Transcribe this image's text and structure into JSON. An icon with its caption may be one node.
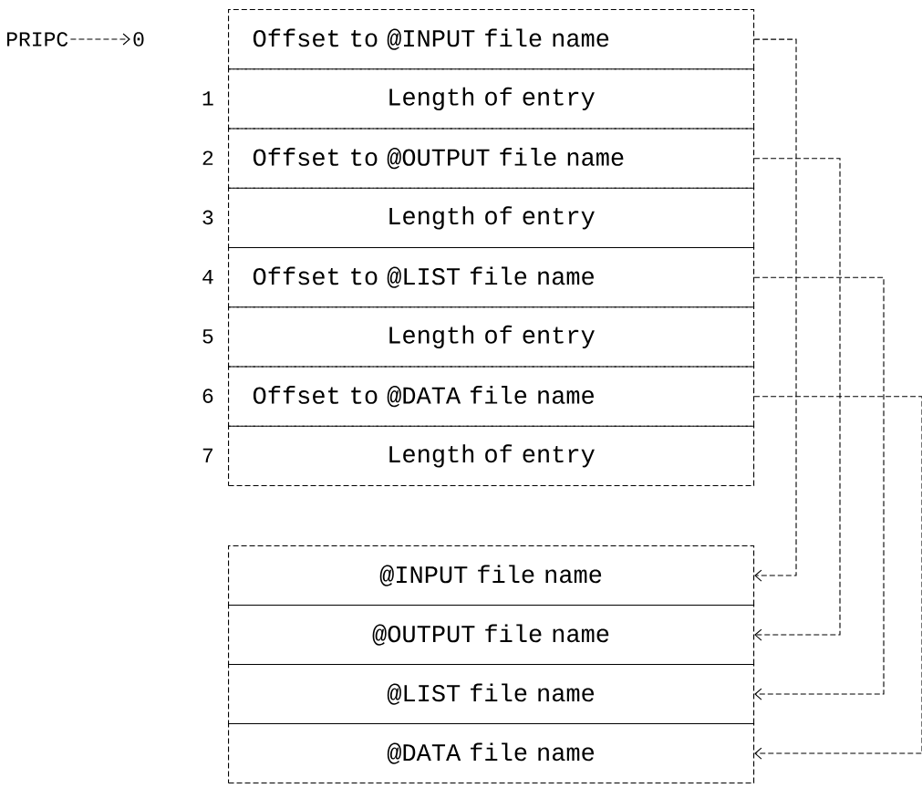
{
  "diagram": {
    "nodes": [
      {
        "text": [
          "PRIPC"
        ]
      },
      {
        "text": [
          "0"
        ]
      },
      {
        "text": [
          "Offset to @INPUT file name"
        ]
      },
      {
        "text": [
          "Length of entry"
        ]
      },
      {
        "text": [
          "Offset to @OUTPUT file name"
        ]
      },
      {
        "text": [
          "Length of entry"
        ]
      },
      {
        "text": [
          "Offset to @LIST file name"
        ]
      },
      {
        "text": [
          "Length of entry"
        ]
      },
      {
        "text": [
          "Offset to @DATA file name"
        ]
      },
      {
        "text": [
          "Length of entry"
        ]
      },
      {
        "text": [
          "@INPUT file name"
        ]
      },
      {
        "text": [
          "@OUTPUT file name"
        ]
      },
      {
        "text": [
          "@LIST file name"
        ]
      },
      {
        "text": [
          "@DATA file name"
        ]
      }
    ],
    "edges": [
      {
        "from": 0,
        "to": 1,
        "arrow": "to"
      },
      {
        "from": 2,
        "to": 10,
        "arrow": "to"
      },
      {
        "from": 4,
        "to": 11,
        "arrow": "to"
      },
      {
        "from": 6,
        "to": 12,
        "arrow": "to"
      },
      {
        "from": 8,
        "to": 13,
        "arrow": "to"
      }
    ],
    "labels": [
      "1",
      "2",
      "3",
      "4",
      "5",
      "6",
      "7"
    ]
  }
}
